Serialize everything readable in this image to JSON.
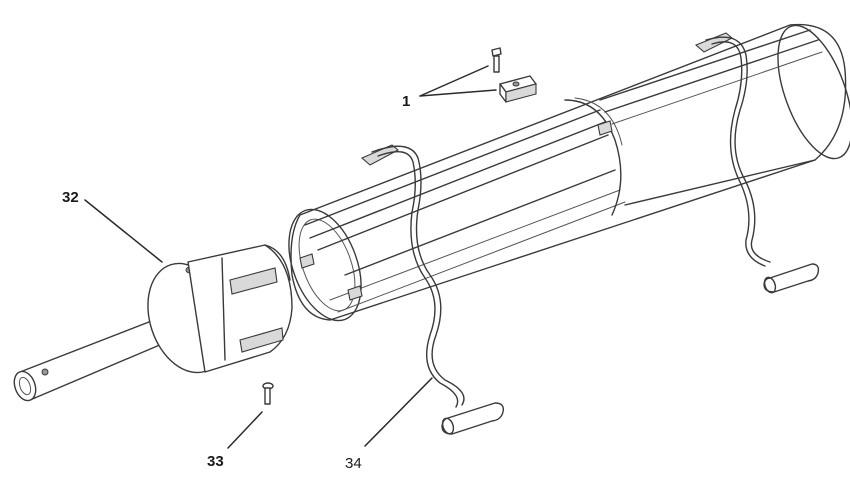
{
  "callouts": {
    "label_1": "1",
    "label_32": "32",
    "label_33": "33",
    "label_34": "34"
  },
  "parts": [
    {
      "ref": "1",
      "name": "screw-and-block"
    },
    {
      "ref": "32",
      "name": "end-cap-with-shaft"
    },
    {
      "ref": "33",
      "name": "screw"
    },
    {
      "ref": "34",
      "name": "wire-hanger"
    }
  ]
}
